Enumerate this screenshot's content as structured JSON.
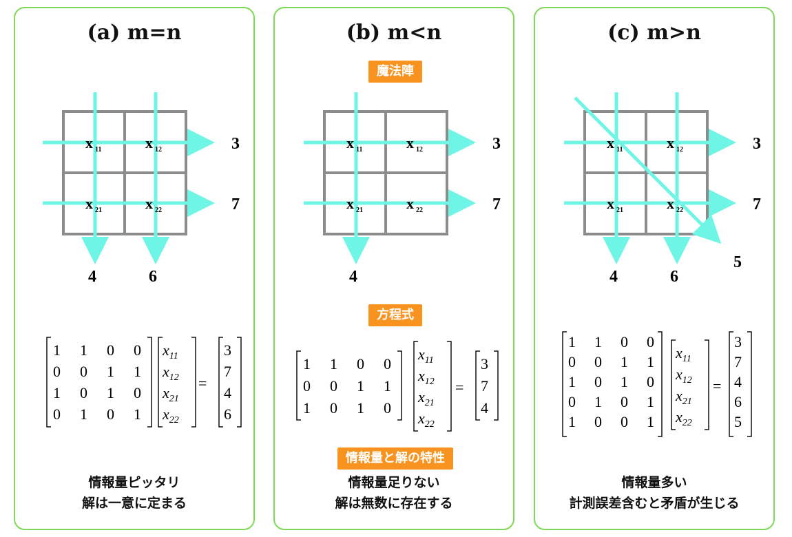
{
  "panels": [
    {
      "title": "(a) m=n",
      "labels": {
        "x11": "x",
        "x11s": "11",
        "x12": "x",
        "x12s": "12",
        "x21": "x",
        "x21s": "21",
        "x22": "x",
        "x22s": "22"
      },
      "row_sums": [
        "3",
        "7"
      ],
      "col_sums": [
        "4",
        "6"
      ],
      "matrix": [
        [
          "1",
          "1",
          "0",
          "0"
        ],
        [
          "0",
          "0",
          "1",
          "1"
        ],
        [
          "1",
          "0",
          "1",
          "0"
        ],
        [
          "0",
          "1",
          "0",
          "1"
        ]
      ],
      "vector": [
        "x11",
        "x12",
        "x21",
        "x22"
      ],
      "rhs": [
        "3",
        "7",
        "4",
        "6"
      ],
      "caption": [
        "情報量ピッタリ",
        "解は一意に定まる"
      ]
    },
    {
      "title": "(b) m<n",
      "tag_top": "魔法陣",
      "tag_mid": "方程式",
      "tag_bottom": "情報量と解の特性",
      "row_sums": [
        "3",
        "7"
      ],
      "col_sums": [
        "4"
      ],
      "matrix": [
        [
          "1",
          "1",
          "0",
          "0"
        ],
        [
          "0",
          "0",
          "1",
          "1"
        ],
        [
          "1",
          "0",
          "1",
          "0"
        ]
      ],
      "vector": [
        "x11",
        "x12",
        "x21",
        "x22"
      ],
      "rhs": [
        "3",
        "7",
        "4"
      ],
      "caption": [
        "情報量足りない",
        "解は無数に存在する"
      ]
    },
    {
      "title": "(c) m>n",
      "row_sums": [
        "3",
        "7"
      ],
      "col_sums": [
        "4",
        "6"
      ],
      "diag_sum": "5",
      "matrix": [
        [
          "1",
          "1",
          "0",
          "0"
        ],
        [
          "0",
          "0",
          "1",
          "1"
        ],
        [
          "1",
          "0",
          "1",
          "0"
        ],
        [
          "0",
          "1",
          "0",
          "1"
        ],
        [
          "1",
          "0",
          "0",
          "1"
        ]
      ],
      "vector": [
        "x11",
        "x12",
        "x21",
        "x22"
      ],
      "rhs": [
        "3",
        "7",
        "4",
        "6",
        "5"
      ],
      "caption": [
        "情報量多い",
        "計測誤差含むと矛盾が生じる"
      ]
    }
  ],
  "colors": {
    "border": "#7ed957",
    "arrow": "#6ff5e6",
    "grid": "#8c8c8c",
    "tag": "#f7931e"
  },
  "symbols": {
    "equals": "="
  }
}
